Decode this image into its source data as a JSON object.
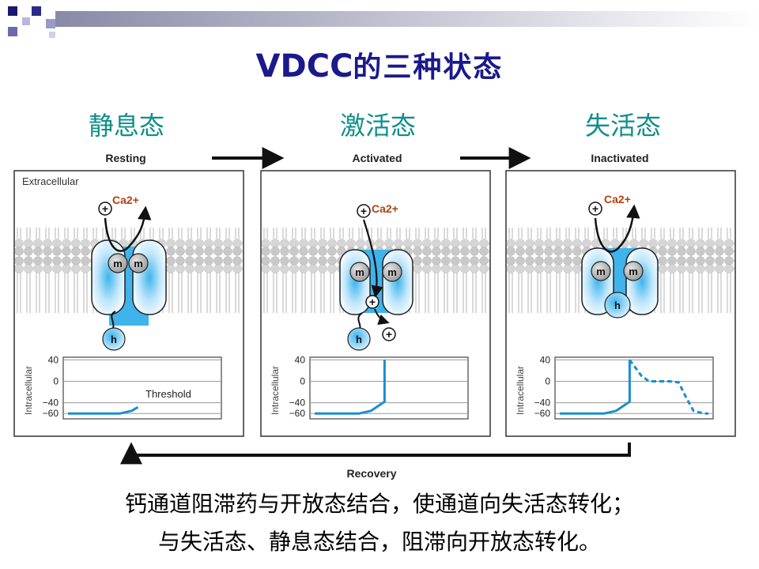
{
  "title": {
    "latin": "VDCC",
    "cn": "的三种状态"
  },
  "states": [
    {
      "cn": "静息态",
      "en": "Resting"
    },
    {
      "cn": "激活态",
      "en": "Activated"
    },
    {
      "cn": "失活态",
      "en": "Inactivated"
    }
  ],
  "labels": {
    "extracellular": "Extracellular",
    "ion": "Ca2+",
    "m_gate": "m",
    "h_gate": "h",
    "plus": "+",
    "intracellular": "Intracellular",
    "threshold": "Threshold",
    "recovery": "Recovery"
  },
  "caption": {
    "line1": "钙通道阻滞药与开放态结合，使通道向失活态转化；",
    "line2": "与失活态、静息态结合，阻滞向开放态转化。"
  },
  "colors": {
    "title": "#1a1a8c",
    "state_heading": "#0f8f8a",
    "channel": "#3fb4ec",
    "trace": "#1a8fcf",
    "ion_label": "#b5400f"
  },
  "chart_data": [
    {
      "type": "line",
      "state": "Resting",
      "ylabel": "Intracellular",
      "yticks": [
        40,
        0,
        -40,
        -60
      ],
      "ylim": [
        -70,
        45
      ],
      "series": [
        {
          "x": [
            0,
            0.35,
            0.43,
            0.47
          ],
          "y": [
            -60,
            -60,
            -55,
            -48
          ]
        }
      ],
      "annotation": "Threshold"
    },
    {
      "type": "line",
      "state": "Activated",
      "ylabel": "Intracellular",
      "yticks": [
        40,
        0,
        -40,
        -60
      ],
      "ylim": [
        -70,
        45
      ],
      "series": [
        {
          "x": [
            0,
            0.3,
            0.38,
            0.47,
            0.47
          ],
          "y": [
            -60,
            -60,
            -55,
            -38,
            40
          ]
        }
      ]
    },
    {
      "type": "line",
      "state": "Inactivated",
      "ylabel": "Intracellular",
      "yticks": [
        40,
        0,
        -40,
        -60
      ],
      "ylim": [
        -70,
        45
      ],
      "series": [
        {
          "style": "solid",
          "x": [
            0,
            0.3,
            0.38,
            0.47,
            0.47
          ],
          "y": [
            -60,
            -60,
            -55,
            -38,
            40
          ]
        },
        {
          "style": "dashed",
          "x": [
            0.47,
            0.55,
            0.6,
            0.66,
            0.74,
            0.8,
            0.85,
            0.9,
            0.97,
            1.0
          ],
          "y": [
            40,
            10,
            0,
            0,
            0,
            -2,
            -30,
            -55,
            -60,
            -60
          ]
        }
      ]
    }
  ]
}
